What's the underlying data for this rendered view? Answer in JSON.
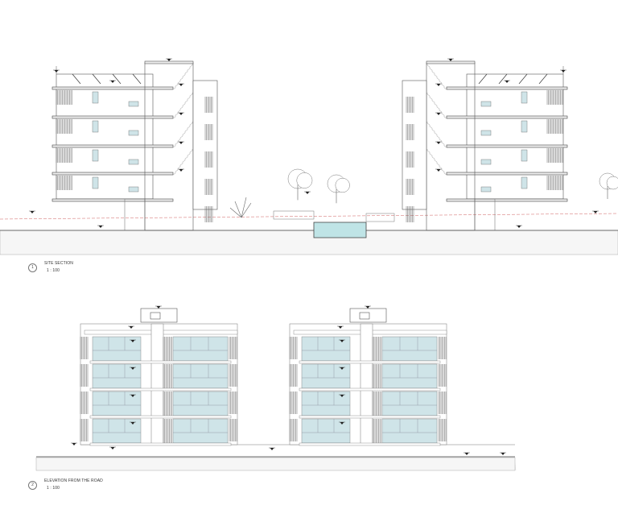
{
  "views": [
    {
      "number": "1",
      "title": "SITE SECTION",
      "scale": "1 : 100"
    },
    {
      "number": "2",
      "title": "ELEVATION FROM THE ROAD",
      "scale": "1 : 100"
    }
  ],
  "colors": {
    "glass": "#cfe4e8",
    "pool": "#bfe4e6",
    "line": "#555555",
    "hatch": "#bdbdbd",
    "level_line": "#d06060"
  }
}
